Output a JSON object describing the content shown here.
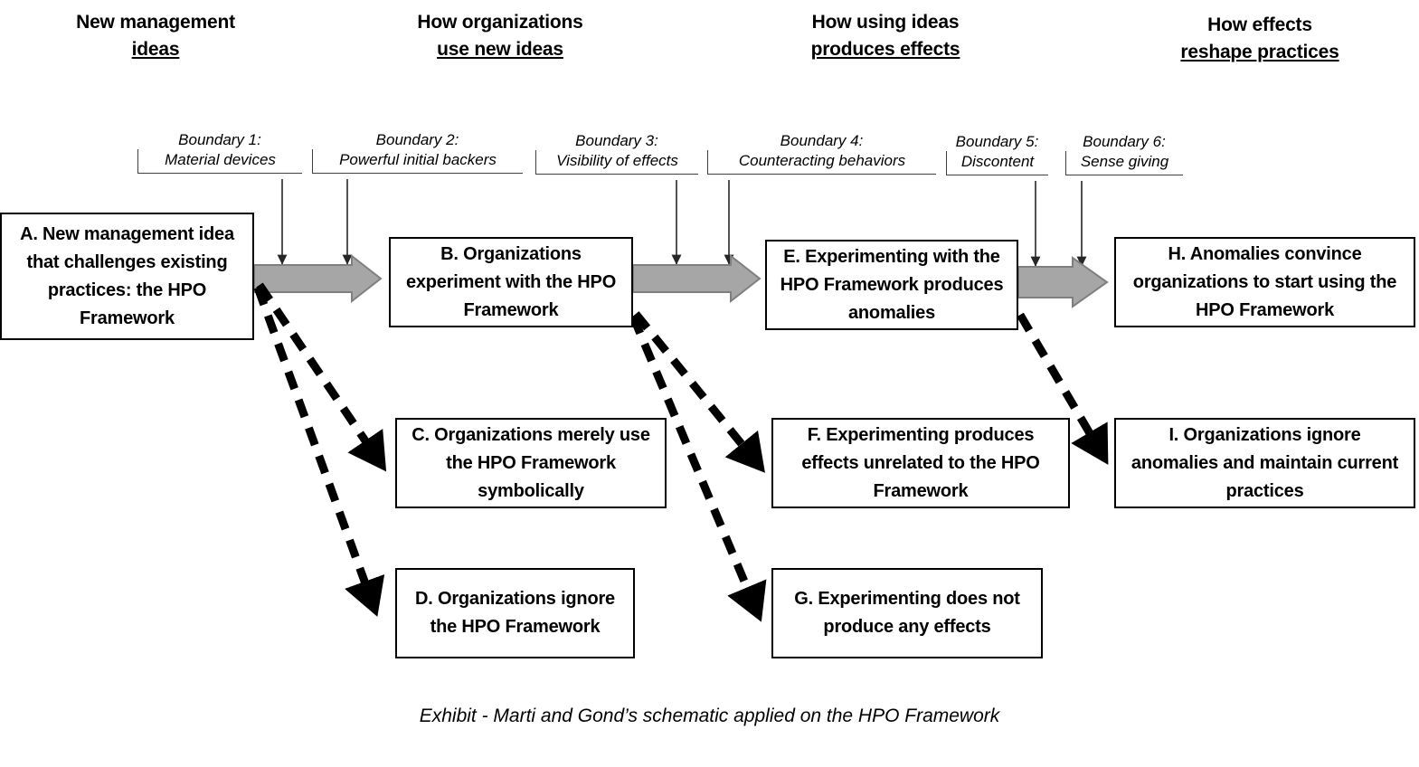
{
  "columns": [
    {
      "line1": "New management",
      "line2": "ideas"
    },
    {
      "line1": "How organizations",
      "line2": "use new ideas"
    },
    {
      "line1": "How using ideas",
      "line2": "produces effects"
    },
    {
      "line1": "How effects",
      "line2": "reshape practices"
    }
  ],
  "boundaries": [
    {
      "title": "Boundary 1:",
      "body": "Material devices"
    },
    {
      "title": "Boundary 2:",
      "body": "Powerful initial backers"
    },
    {
      "title": "Boundary 3:",
      "body": "Visibility  of effects"
    },
    {
      "title": "Boundary 4:",
      "body": "Counteracting behaviors"
    },
    {
      "title": "Boundary 5:",
      "body": "Discontent"
    },
    {
      "title": "Boundary 6:",
      "body": "Sense giving"
    }
  ],
  "nodes": [
    {
      "id": "A",
      "text": "A. New management idea that challenges existing practices: the HPO Framework"
    },
    {
      "id": "B",
      "text": "B. Organizations experiment with the HPO Framework"
    },
    {
      "id": "C",
      "text": "C. Organizations merely use the HPO Framework symbolically"
    },
    {
      "id": "D",
      "text": "D. Organizations ignore the HPO Framework"
    },
    {
      "id": "E",
      "text": "E. Experimenting with the HPO Framework produces anomalies"
    },
    {
      "id": "F",
      "text": "F. Experimenting produces effects unrelated to the HPO Framework"
    },
    {
      "id": "G",
      "text": "G. Experimenting does not produce any effects"
    },
    {
      "id": "H",
      "text": "H. Anomalies convince organizations to start using the HPO Framework"
    },
    {
      "id": "I",
      "text": "I. Organizations ignore anomalies and maintain current practices"
    }
  ],
  "caption": "Exhibit - Marti and Gond’s schematic applied on the HPO Framework",
  "colors": {
    "block_arrow_fill": "#A6A6A6",
    "block_arrow_stroke": "#7F7F7F",
    "box_stroke": "#000000",
    "boundary_stroke": "#404040",
    "dashed_arrow": "#000000",
    "background": "#FFFFFF"
  }
}
